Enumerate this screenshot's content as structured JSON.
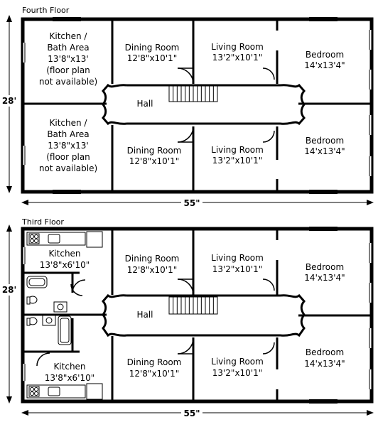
{
  "floors": [
    {
      "title": "Fourth Floor",
      "width_label": "55\"",
      "height_label": "28'",
      "rooms": {
        "kitchen_top": [
          "Kitchen /",
          "Bath Area",
          "13'8\"x13'",
          "(floor plan",
          "not available)"
        ],
        "kitchen_bottom": [
          "Kitchen /",
          "Bath Area",
          "13'8\"x13'",
          "(floor plan",
          "not available)"
        ],
        "dining_top": [
          "Dining Room",
          "12'8\"x10'1\""
        ],
        "dining_bottom": [
          "Dining Room",
          "12'8\"x10'1\""
        ],
        "living_top": [
          "Living Room",
          "13'2\"x10'1\""
        ],
        "living_bottom": [
          "Living Room",
          "13'2\"x10'1\""
        ],
        "bedroom_top": [
          "Bedroom",
          "14'x13'4\""
        ],
        "bedroom_bottom": [
          "Bedroom",
          "14'x13'4\""
        ],
        "hall": "Hall"
      }
    },
    {
      "title": "Third Floor",
      "width_label": "55\"",
      "height_label": "28'",
      "rooms": {
        "kitchen_top": [
          "Kitchen",
          "13'8\"x6'10\""
        ],
        "kitchen_bottom": [
          "Kitchen",
          "13'8\"x6'10\""
        ],
        "dining_top": [
          "Dining Room",
          "12'8\"x10'1\""
        ],
        "dining_bottom": [
          "Dining Room",
          "12'8\"x10'1\""
        ],
        "living_top": [
          "Living Room",
          "13'2\"x10'1\""
        ],
        "living_bottom": [
          "Living Room",
          "13'2\"x10'1\""
        ],
        "bedroom_top": [
          "Bedroom",
          "14'x13'4\""
        ],
        "bedroom_bottom": [
          "Bedroom",
          "14'x13'4\""
        ],
        "hall": "Hall"
      }
    }
  ]
}
